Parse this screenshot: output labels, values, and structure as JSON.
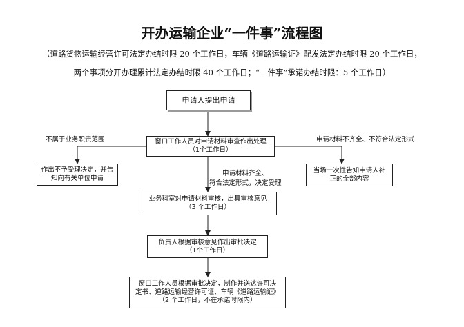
{
  "title": "开办运输企业“一件事”流程图",
  "note_line1": "（道路货物运输经营许可法定办结时限 20 个工作日，车辆《道路运输证》配发法定办结时限 20 个工作日，",
  "note_line2": "两个事项分开办理累计法定办结时限 40 个工作日；“一件事”承诺办结时限：5 个工作日）",
  "nodes": {
    "apply": {
      "line1": "申请人提出申请"
    },
    "review": {
      "line1": "窗口工作人员对申请材料审查作出处理",
      "line2": "（1个工作日）"
    },
    "reject": {
      "line1": "作出不予受理决定，并告",
      "line2": "知向有关单位申请"
    },
    "supplement": {
      "line1": "当场一次性告知申请人补",
      "line2": "正的全部内容"
    },
    "dept": {
      "line1": "业务科室对申请材料审核，出具审核意见",
      "line2": "（3 个工作日）"
    },
    "leader": {
      "line1": "负责人根据审核意见作出审批决定",
      "line2": "（1个工作日）"
    },
    "issue": {
      "line1": "窗口工作人员根据审批决定，制作并送达许可决",
      "line2": "定书、道路运输经营许可证、车辆《道路运输证》",
      "line3": "（2 个工作日，不在承诺时限内）"
    }
  },
  "edge_labels": {
    "out_of_scope": "不属于业务职责范围",
    "incomplete": "申请材料不齐全、不符合法定形式",
    "complete_line1": "申请材料齐全、",
    "complete_line2": "符合法定形式，决定受理"
  }
}
